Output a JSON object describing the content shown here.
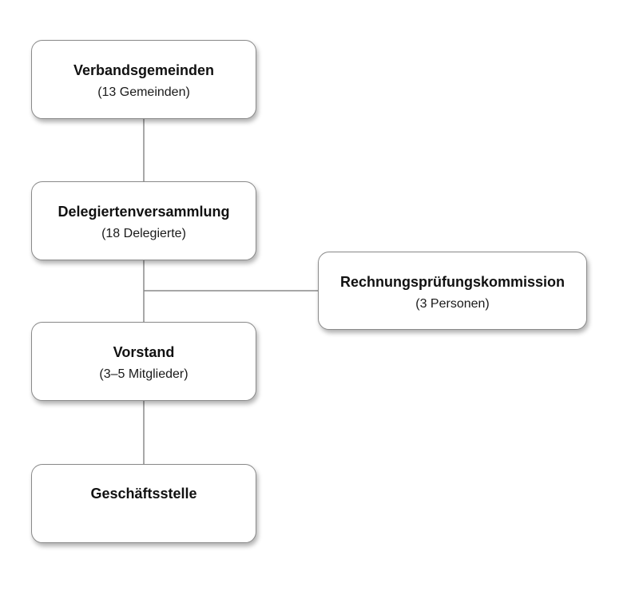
{
  "diagram": {
    "nodes": [
      {
        "title": "Verbandsgemeinden",
        "subtitle": "(13 Gemeinden)"
      },
      {
        "title": "Delegiertenversammlung",
        "subtitle": "(18 Delegierte)"
      },
      {
        "title": "Rechnungsprüfungskommission",
        "subtitle": "(3 Personen)"
      },
      {
        "title": "Vorstand",
        "subtitle": "(3–5 Mitglieder)"
      },
      {
        "title": "Geschäftsstelle",
        "subtitle": ""
      }
    ],
    "edges": [
      {
        "from": "Verbandsgemeinden",
        "to": "Delegiertenversammlung"
      },
      {
        "from": "Delegiertenversammlung",
        "to": "Vorstand"
      },
      {
        "from": "Delegiertenversammlung",
        "to": "Rechnungsprüfungskommission"
      },
      {
        "from": "Vorstand",
        "to": "Geschäftsstelle"
      }
    ],
    "colors": {
      "line": "#8a8a8a",
      "border": "#8a8a8a",
      "text": "#111111"
    }
  }
}
